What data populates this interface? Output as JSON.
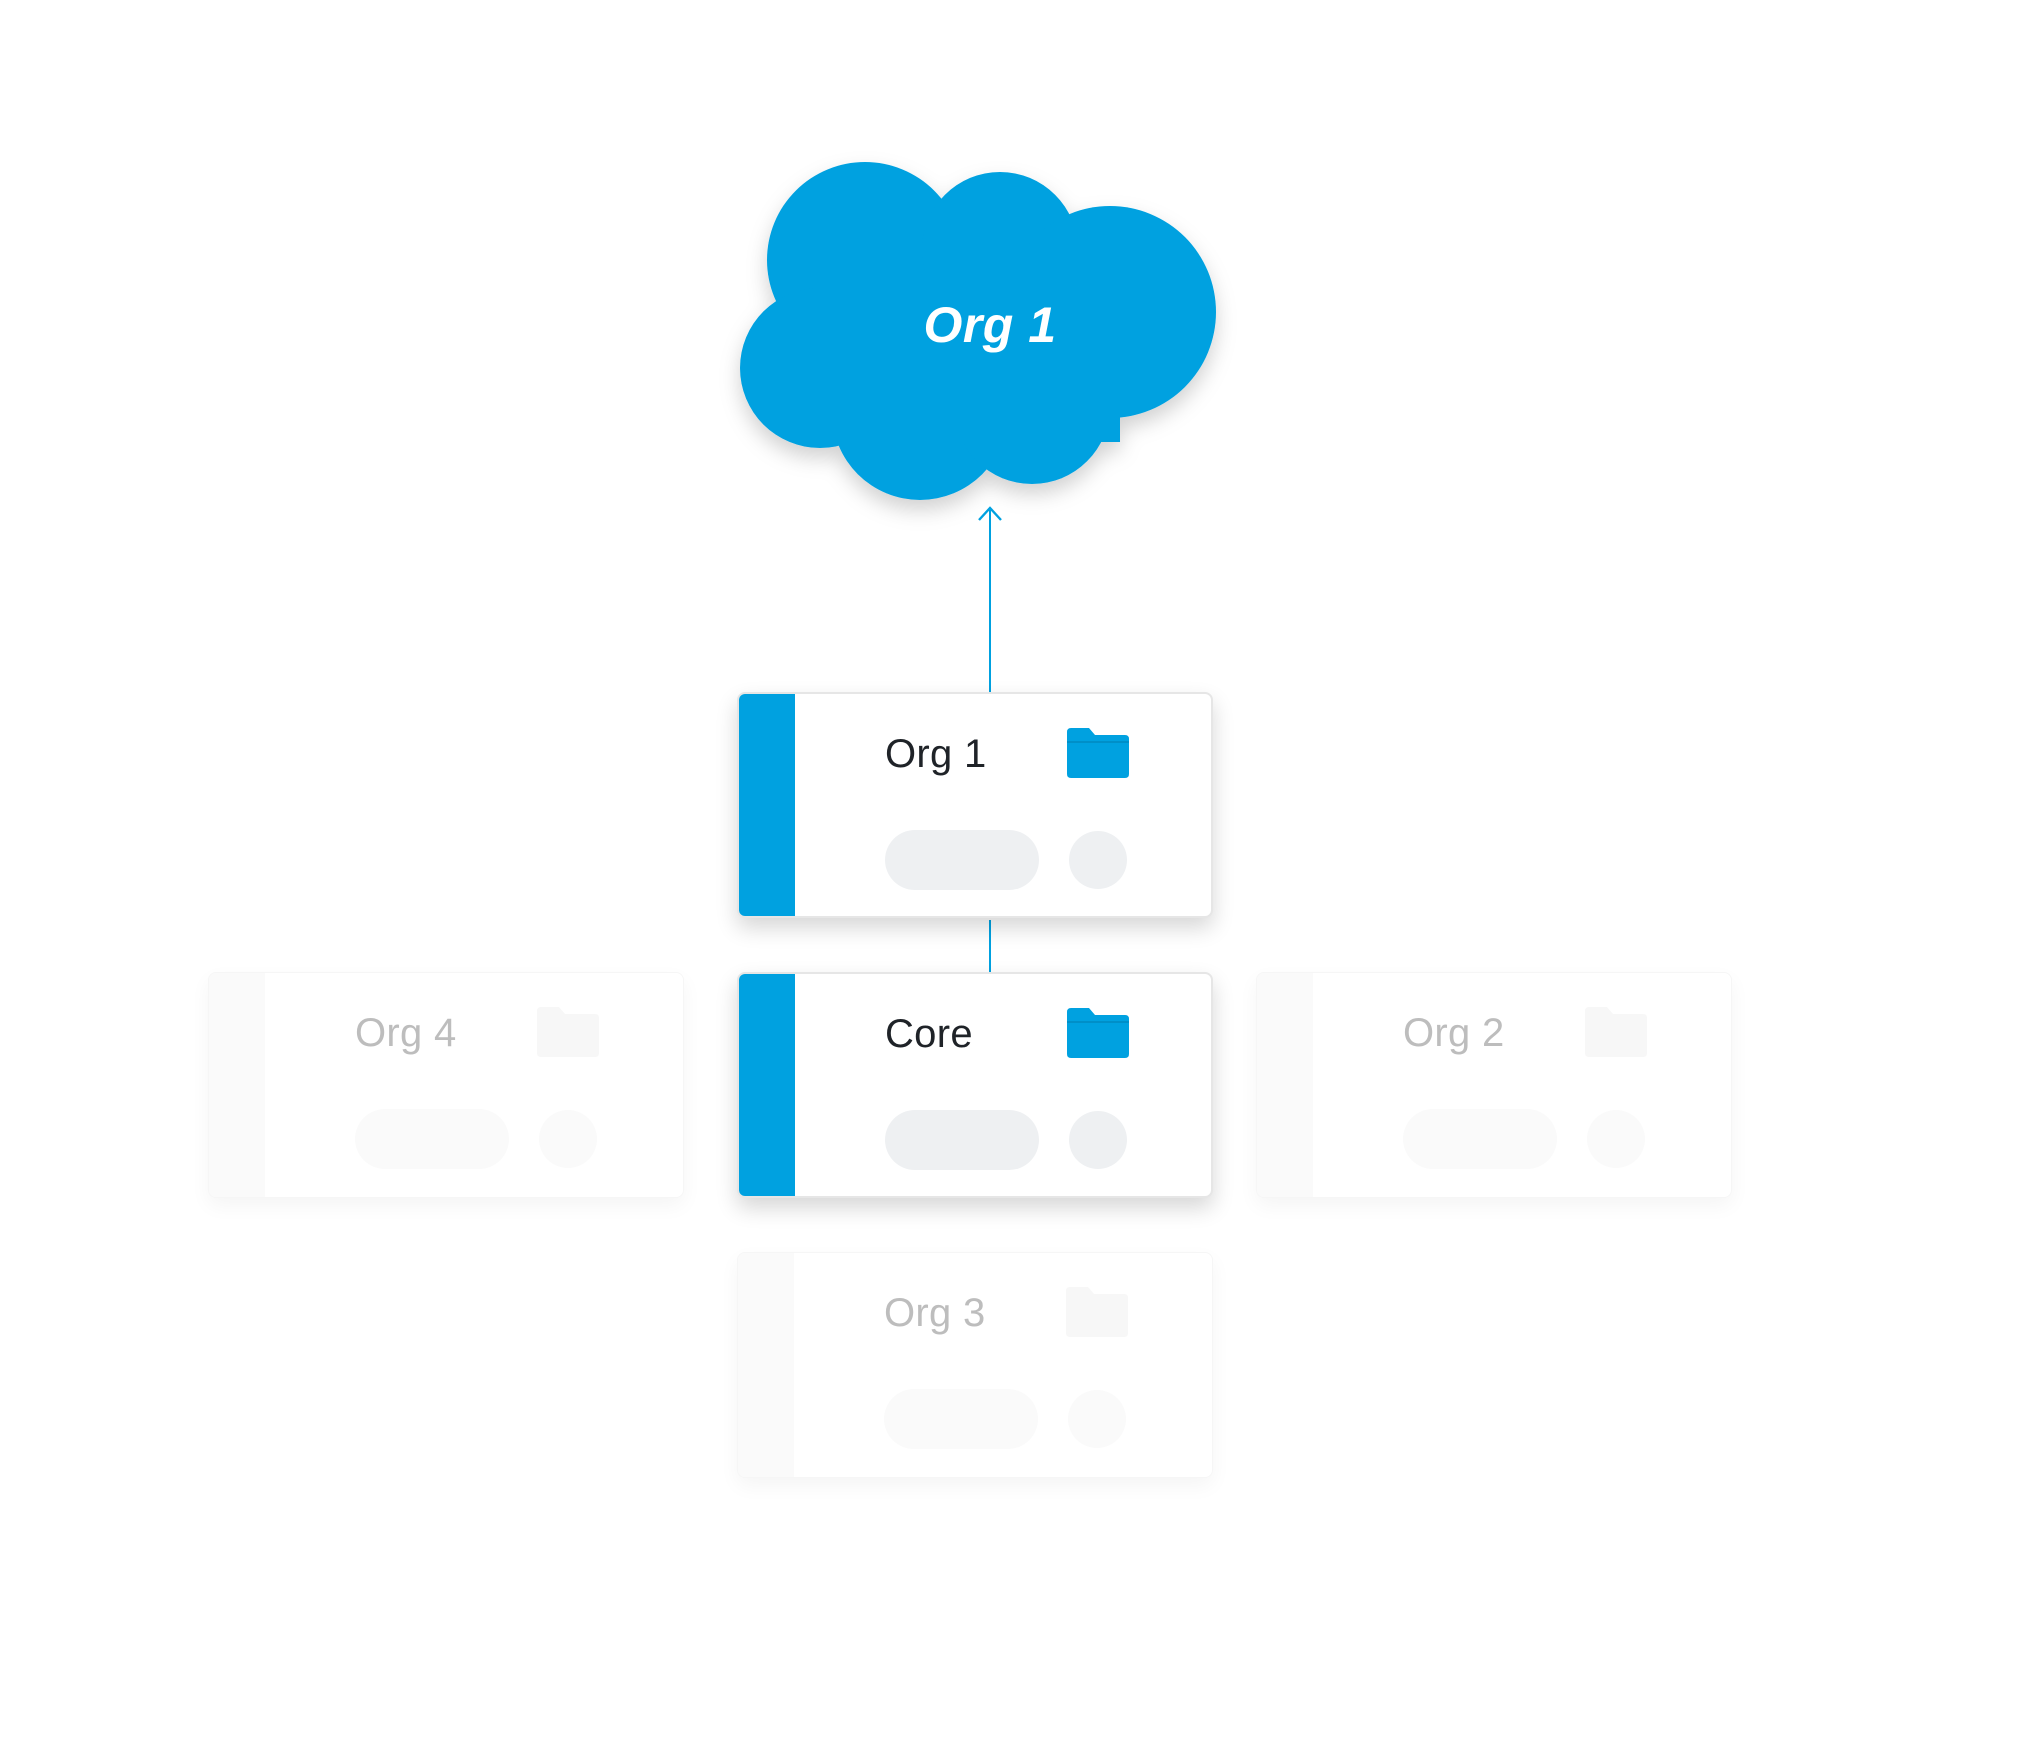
{
  "cloud": {
    "label": "Org 1",
    "color": "#00a1e0"
  },
  "connector_color": "#00a1e0",
  "cards": {
    "org1": {
      "title": "Org 1",
      "state": "active",
      "icon": "folder-icon"
    },
    "core": {
      "title": "Core",
      "state": "active",
      "icon": "folder-icon"
    },
    "org4": {
      "title": "Org 4",
      "state": "faded",
      "icon": "folder-icon"
    },
    "org2": {
      "title": "Org 2",
      "state": "faded",
      "icon": "folder-icon"
    },
    "org3": {
      "title": "Org 3",
      "state": "faded",
      "icon": "folder-icon"
    }
  },
  "colors": {
    "accent": "#00a1e0",
    "text_active": "#1f2328",
    "text_faded": "#bdbdbd"
  }
}
